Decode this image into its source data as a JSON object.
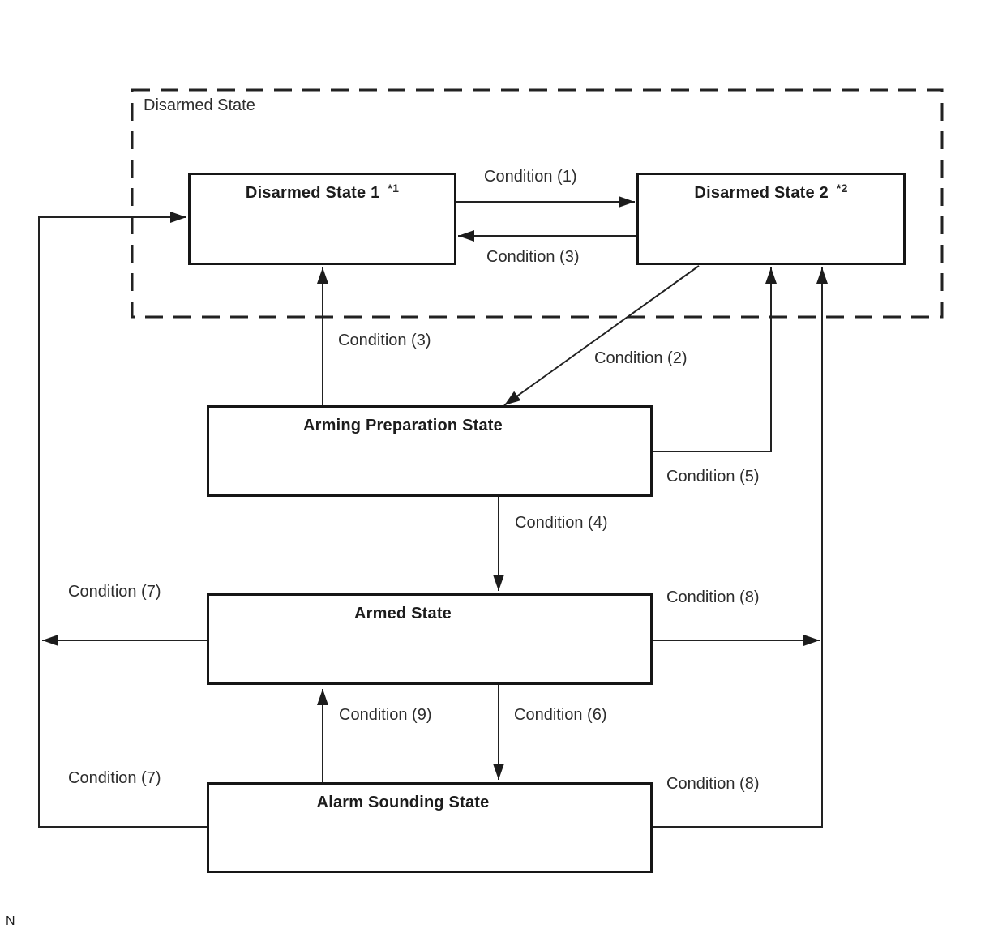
{
  "colors": {
    "stroke": "#222222",
    "box_border": "#161616",
    "background": "#ffffff"
  },
  "diagram": {
    "group": {
      "label": "Disarmed State"
    },
    "states": {
      "disarmed1": {
        "label": "Disarmed State 1",
        "note": "*1"
      },
      "disarmed2": {
        "label": "Disarmed State 2",
        "note": "*2"
      },
      "arming_prep": {
        "label": "Arming Preparation State"
      },
      "armed": {
        "label": "Armed State"
      },
      "alarm": {
        "label": "Alarm Sounding State"
      }
    },
    "transitions": {
      "cond1": "Condition (1)",
      "cond2": "Condition (2)",
      "cond3_between": "Condition (3)",
      "cond3_up": "Condition (3)",
      "cond4": "Condition (4)",
      "cond5": "Condition (5)",
      "cond6": "Condition (6)",
      "cond7_armed": "Condition (7)",
      "cond7_alarm": "Condition (7)",
      "cond8_armed": "Condition (8)",
      "cond8_alarm": "Condition (8)",
      "cond9": "Condition (9)"
    },
    "footnote_marker": "N"
  }
}
